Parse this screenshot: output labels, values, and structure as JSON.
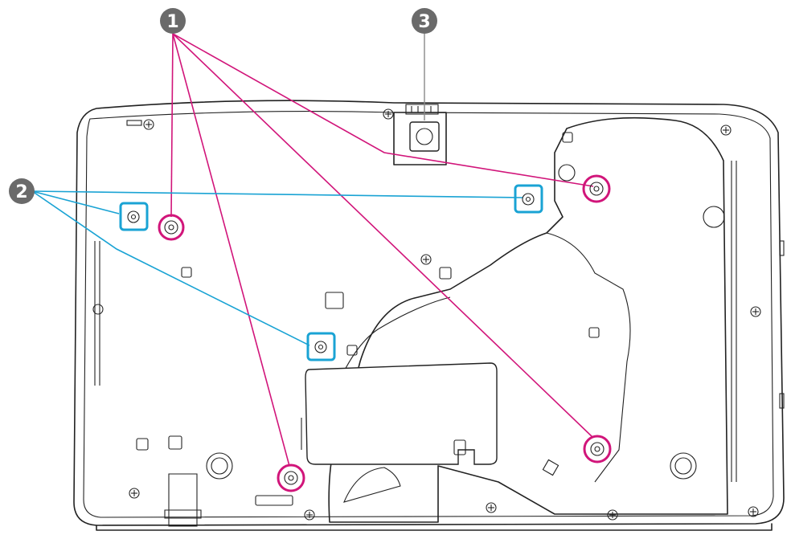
{
  "callouts": {
    "1": {
      "label": "1",
      "color": "#d1157a"
    },
    "2": {
      "label": "2",
      "color": "#1aa3d4"
    },
    "3": {
      "label": "3",
      "color": "#6a6a6a"
    }
  }
}
